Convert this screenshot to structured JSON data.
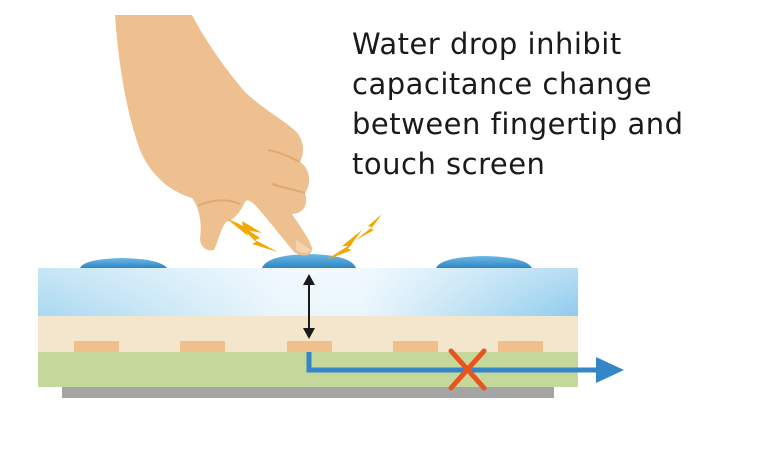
{
  "caption": {
    "lines": [
      "Water drop inhibit",
      "capacitance change",
      "between fingertip and",
      "touch screen"
    ]
  },
  "colors": {
    "skin": "#efc08f",
    "skin_shadow": "#e0a774",
    "glass_light": "#e8f4fb",
    "glass_blue": "#9fd2ee",
    "sensor_layer": "#f3e6cd",
    "electrode": "#f0bf8c",
    "substrate_green": "#c5d89c",
    "base_gray": "#a5a5a5",
    "water_drop": "#3e98d2",
    "current_arrow": "#3586c8",
    "blocked_cross": "#e9541e",
    "spark": "#f2a800",
    "measure_arrow": "#1a1a1a"
  },
  "icons": {
    "hand": "pointing-hand-icon",
    "spark": "spark-icon",
    "drop": "water-drop-icon",
    "blocked": "x-mark-icon"
  }
}
